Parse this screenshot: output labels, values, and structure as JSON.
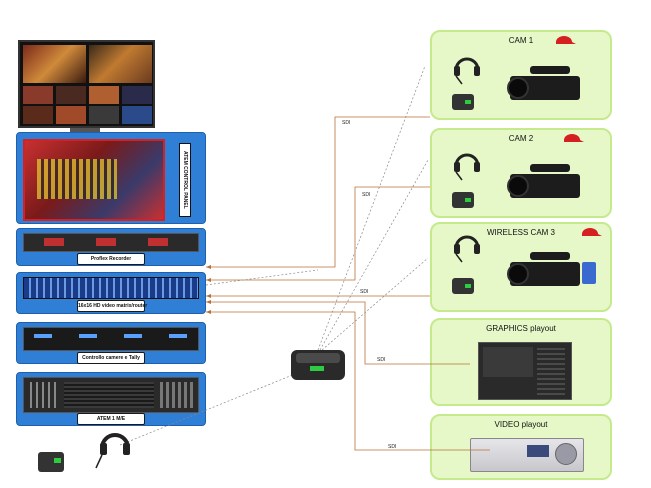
{
  "left_stack": {
    "control_panel_vertical_label": "ATEM CONTROL PANEL",
    "recorder_label": "Proflex Recorder",
    "router_label": "16x16 HD video matrix/router",
    "tally_label": "Controllo camere e Tally",
    "switcher_label": "ATEM 1 M/E"
  },
  "destinations": {
    "cam1": "CAM 1",
    "cam2": "CAM 2",
    "cam3": "WIRELESS CAM 3",
    "graphics": "GRAPHICS playout",
    "video": "VIDEO playout"
  },
  "sdi_label": "SDI",
  "colors": {
    "rack_blue": "#2f7fd6",
    "dest_green": "#e6f8c8",
    "sdi_line": "#b8703a",
    "dotted_line": "#8a8a8a"
  }
}
